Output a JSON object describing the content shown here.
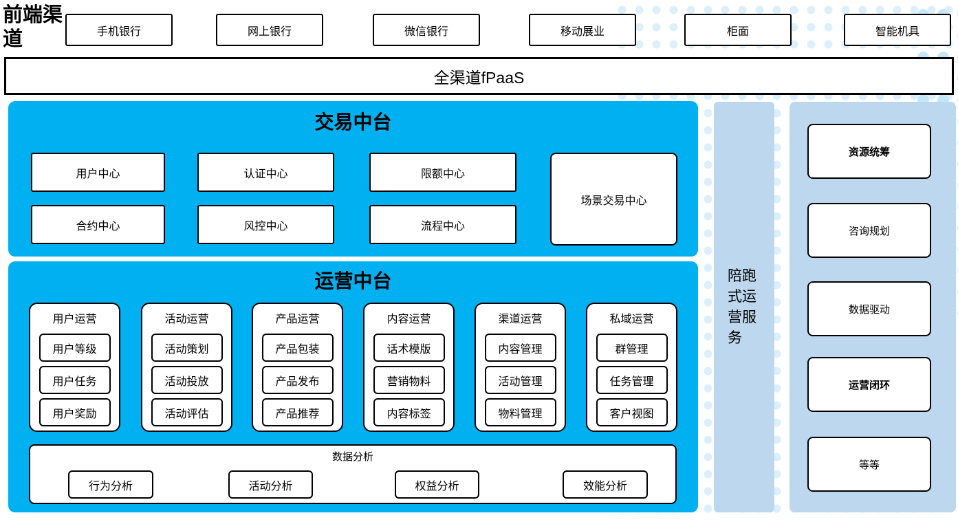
{
  "colors": {
    "accent_blue": "#00B0F0",
    "light_blue": "#BDD7EE",
    "dot_blue": "#DCF0FB",
    "border": "#000000"
  },
  "front": {
    "label": "前端渠道",
    "channels": [
      "手机银行",
      "网上银行",
      "微信银行",
      "移动展业",
      "柜面",
      "智能机具"
    ]
  },
  "fpaas": {
    "label": "全渠道fPaaS"
  },
  "trading": {
    "title": "交易中台",
    "row1": [
      "用户中心",
      "认证中心",
      "限额中心"
    ],
    "row2": [
      "合约中心",
      "风控中心",
      "流程中心"
    ],
    "scene_box": "场景交易中心"
  },
  "operations": {
    "title": "运营中台",
    "columns": [
      {
        "title": "用户运营",
        "items": [
          "用户等级",
          "用户任务",
          "用户奖励"
        ]
      },
      {
        "title": "活动运营",
        "items": [
          "活动策划",
          "活动投放",
          "活动评估"
        ]
      },
      {
        "title": "产品运营",
        "items": [
          "产品包装",
          "产品发布",
          "产品推荐"
        ]
      },
      {
        "title": "内容运营",
        "items": [
          "话术模版",
          "营销物料",
          "内容标签"
        ]
      },
      {
        "title": "渠道运营",
        "items": [
          "内容管理",
          "活动管理",
          "物料管理"
        ]
      },
      {
        "title": "私域运营",
        "items": [
          "群管理",
          "任务管理",
          "客户视图"
        ]
      }
    ],
    "analysis": {
      "title": "数据分析",
      "items": [
        "行为分析",
        "活动分析",
        "权益分析",
        "效能分析"
      ]
    }
  },
  "sidebar": {
    "label": "陪跑式运营服务"
  },
  "services": {
    "boxes": [
      {
        "label": "资源统筹"
      },
      {
        "label": "咨询规划"
      },
      {
        "label": "数据驱动"
      },
      {
        "label": "运营闭环"
      },
      {
        "label": "等等"
      }
    ]
  }
}
